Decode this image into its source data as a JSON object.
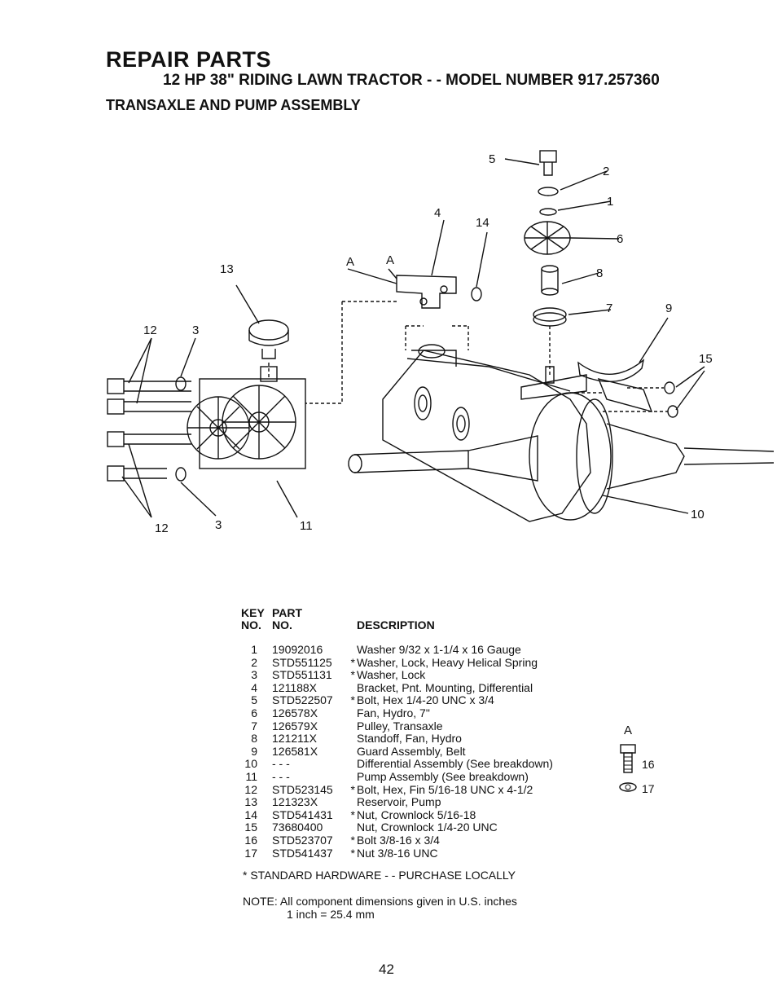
{
  "header": {
    "title": "REPAIR PARTS",
    "model_line": "12 HP 38\" RIDING LAWN TRACTOR - - MODEL NUMBER 917.257360",
    "assembly": "TRANSAXLE  AND PUMP ASSEMBLY"
  },
  "diagram": {
    "callouts": [
      "5",
      "2",
      "1",
      "4",
      "14",
      "6",
      "13",
      "A",
      "A",
      "8",
      "7",
      "9",
      "12",
      "3",
      "15",
      "10",
      "12",
      "3",
      "11"
    ],
    "detail_a": {
      "label": "A",
      "items": [
        "16",
        "17"
      ]
    }
  },
  "table": {
    "head_key_1": "KEY",
    "head_key_2": "NO.",
    "head_part_1": "PART",
    "head_part_2": "NO.",
    "head_desc": "DESCRIPTION",
    "rows": [
      {
        "key": "1",
        "part": "19092016",
        "mark": "",
        "desc": "Washer  9/32 x 1-1/4 x 16 Gauge"
      },
      {
        "key": "2",
        "part": "STD551125",
        "mark": "*",
        "desc": "Washer, Lock, Heavy Helical Spring"
      },
      {
        "key": "3",
        "part": "STD551131",
        "mark": "*",
        "desc": "Washer, Lock"
      },
      {
        "key": "4",
        "part": "121188X",
        "mark": "",
        "desc": "Bracket, Pnt. Mounting, Differential"
      },
      {
        "key": "5",
        "part": "STD522507",
        "mark": "*",
        "desc": "Bolt, Hex  1/4-20 UNC x 3/4"
      },
      {
        "key": "6",
        "part": "126578X",
        "mark": "",
        "desc": "Fan, Hydro, 7\""
      },
      {
        "key": "7",
        "part": "126579X",
        "mark": "",
        "desc": "Pulley, Transaxle"
      },
      {
        "key": "8",
        "part": "121211X",
        "mark": "",
        "desc": "Standoff, Fan, Hydro"
      },
      {
        "key": "9",
        "part": "126581X",
        "mark": "",
        "desc": "Guard Assembly, Belt"
      },
      {
        "key": "10",
        "part": "- - -",
        "mark": "",
        "desc": "Differential Assembly (See breakdown)"
      },
      {
        "key": "11",
        "part": "- - -",
        "mark": "",
        "desc": "Pump Assembly (See breakdown)"
      },
      {
        "key": "12",
        "part": "STD523145",
        "mark": "*",
        "desc": "Bolt, Hex, Fin  5/16-18 UNC x 4-1/2"
      },
      {
        "key": "13",
        "part": "121323X",
        "mark": "",
        "desc": "Reservoir, Pump"
      },
      {
        "key": "14",
        "part": "STD541431",
        "mark": "*",
        "desc": "Nut, Crownlock  5/16-18"
      },
      {
        "key": "15",
        "part": "73680400",
        "mark": "",
        "desc": "Nut, Crownlock  1/4-20 UNC"
      },
      {
        "key": "16",
        "part": "STD523707",
        "mark": "*",
        "desc": "Bolt  3/8-16 x 3/4"
      },
      {
        "key": "17",
        "part": "STD541437",
        "mark": "*",
        "desc": "Nut  3/8-16 UNC"
      }
    ]
  },
  "footer": {
    "standard_hardware": "*  STANDARD HARDWARE - - PURCHASE LOCALLY",
    "note_1": "NOTE:  All component dimensions given in U.S. inches",
    "note_2": "1 inch = 25.4 mm",
    "page_number": "42"
  }
}
